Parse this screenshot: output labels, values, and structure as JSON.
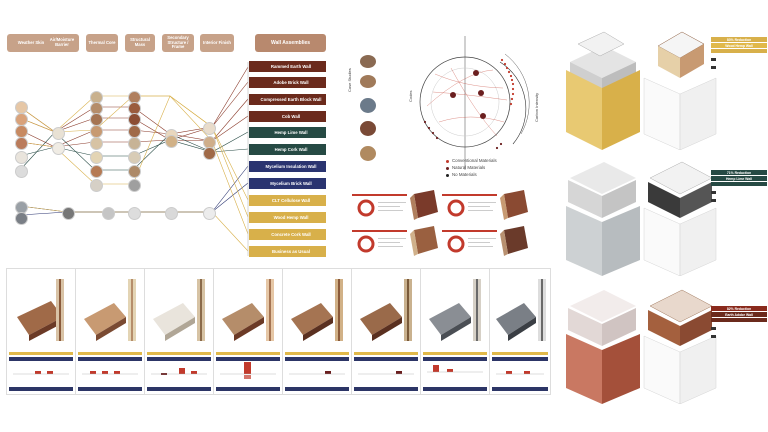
{
  "headers": [
    {
      "text": "Weather Skin"
    },
    {
      "text": "Air/Moisture Barrier"
    },
    {
      "text": "Thermal Core"
    },
    {
      "text": "Structural Mass"
    },
    {
      "text": "Secondary Structure / Frame"
    },
    {
      "text": "Interior Finish"
    }
  ],
  "wall_header": "Wall Assemblies",
  "walls": [
    {
      "name": "Rammed Earth Wall",
      "color": "#6b2a1c"
    },
    {
      "name": "Adobe Brick Wall",
      "color": "#6b2a1c"
    },
    {
      "name": "Compressed Earth Block Wall",
      "color": "#6b2a1c"
    },
    {
      "name": "Cob Wall",
      "color": "#6b2a1c"
    },
    {
      "name": "Hemp Lime Wall",
      "color": "#264a44"
    },
    {
      "name": "Hemp Cork Wall",
      "color": "#264a44"
    },
    {
      "name": "Mycelium Insulation Wall",
      "color": "#2a3470"
    },
    {
      "name": "Mycelium Brick Wall",
      "color": "#2a3470"
    },
    {
      "name": "CLT Cellulose Wall",
      "color": "#d8b04a"
    },
    {
      "name": "Wood Hemp Wall",
      "color": "#d8b04a"
    },
    {
      "name": "Concrete Cork Wall",
      "color": "#d8b04a"
    },
    {
      "name": "Business as Usual",
      "color": "#d8b04a"
    }
  ],
  "radial": {
    "axis_codes": "Codes",
    "axis_carbon": "Carbon Intensity",
    "axis_case": "Case Studies"
  },
  "legend": [
    {
      "label": "Conventional Materials",
      "color": "#c23a2c"
    },
    {
      "label": "Natural Materials",
      "color": "#6b1f1f"
    },
    {
      "label": "No Materials",
      "color": "#222222"
    }
  ],
  "buildings": [
    {
      "tag1": "83% Reduction",
      "tag2": "Wood Hemp Wall",
      "color": "#d8b04a"
    },
    {
      "tag1": "71% Reduction",
      "tag2": "Hemp Lime Wall",
      "color": "#264a44"
    },
    {
      "tag1": "82% Reduction",
      "tag2": "Earth Adobe Wall",
      "color": "#6b2a1c"
    }
  ]
}
